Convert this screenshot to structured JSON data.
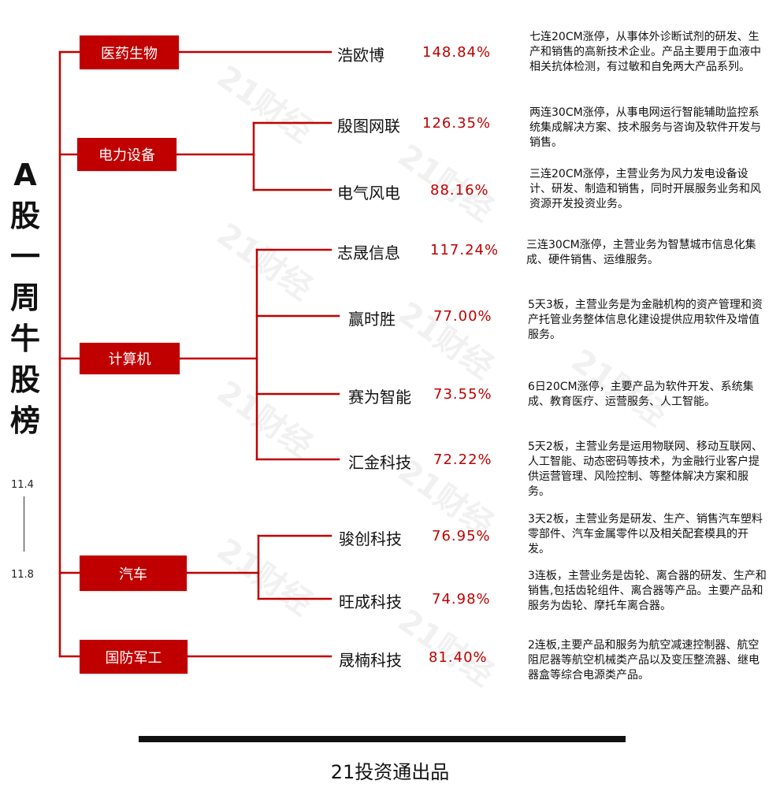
{
  "title_chars": [
    "A",
    "股",
    "一",
    "周",
    "牛",
    "股",
    "榜"
  ],
  "date_start": "11.4",
  "date_end": "11.8",
  "watermark_text": "21财经",
  "footer_text": "21投资通出品",
  "accent_color": "#c00000",
  "sectors": [
    {
      "name": "医药生物"
    },
    {
      "name": "电力设备"
    },
    {
      "name": "计算机"
    },
    {
      "name": "汽车"
    },
    {
      "name": "国防军工"
    }
  ],
  "stocks": [
    {
      "name": "浩欧博",
      "pct": "148.84%",
      "desc": "七连20CM涨停，从事体外诊断试剂的研发、生产和销售的高新技术企业。产品主要用于血液中相关抗体检测，有过敏和自免两大产品系列。"
    },
    {
      "name": "殷图网联",
      "pct": "126.35%",
      "desc": "两连30CM涨停，从事电网运行智能辅助监控系统集成解决方案、技术服务与咨询及软件开发与销售。"
    },
    {
      "name": "电气风电",
      "pct": "88.16%",
      "desc": "三连20CM涨停，主营业务为风力发电设备设计、研发、制造和销售，同时开展服务业务和风资源开发投资业务。"
    },
    {
      "name": "志晟信息",
      "pct": "117.24%",
      "desc": "三连30CM涨停，主营业务为智慧城市信息化集成、硬件销售、运维服务。"
    },
    {
      "name": "赢时胜",
      "pct": "77.00%",
      "desc": "5天3板，主营业务是为金融机构的资产管理和资产托管业务整体信息化建设提供应用软件及增值服务。"
    },
    {
      "name": "赛为智能",
      "pct": "73.55%",
      "desc": "6日20CM涨停，主要产品为软件开发、系统集成、教育医疗、运营服务、人工智能。"
    },
    {
      "name": "汇金科技",
      "pct": "72.22%",
      "desc": "5天2板，主营业务是运用物联网、移动互联网、人工智能、动态密码等技术，为金融行业客户提供运营管理、风险控制、等整体解决方案和服务。"
    },
    {
      "name": "骏创科技",
      "pct": "76.95%",
      "desc": "3天2板，主营业务是研发、生产、销售汽车塑料零部件、汽车金属零件以及相关配套模具的开发。"
    },
    {
      "name": "旺成科技",
      "pct": "74.98%",
      "desc": "3连板，主营业务是齿轮、离合器的研发、生产和销售,包括齿轮组件、离合器等产品。主要产品和服务为齿轮、摩托车离合器。"
    },
    {
      "name": "晟楠科技",
      "pct": "81.40%",
      "desc": "2连板,主要产品和服务为航空减速控制器、航空阻尼器等航空机械类产品以及变压整流器、继电器盒等综合电源类产品。"
    }
  ]
}
